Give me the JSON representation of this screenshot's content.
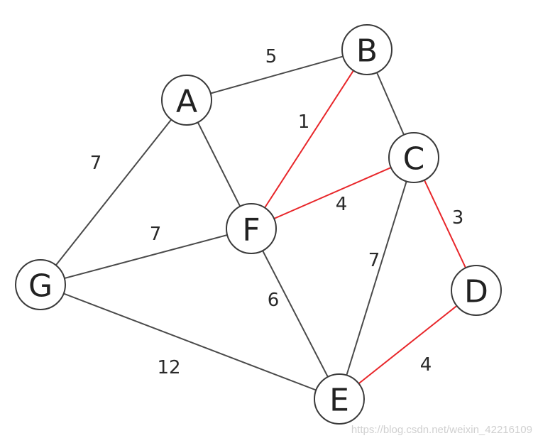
{
  "graph": {
    "nodes": [
      {
        "id": "A",
        "label": "A"
      },
      {
        "id": "B",
        "label": "B"
      },
      {
        "id": "C",
        "label": "C"
      },
      {
        "id": "D",
        "label": "D"
      },
      {
        "id": "E",
        "label": "E"
      },
      {
        "id": "F",
        "label": "F"
      },
      {
        "id": "G",
        "label": "G"
      }
    ],
    "edges": [
      {
        "from": "A",
        "to": "B",
        "weight": "5",
        "highlighted": false
      },
      {
        "from": "A",
        "to": "G",
        "weight": "7",
        "highlighted": false
      },
      {
        "from": "A",
        "to": "F",
        "weight": "",
        "highlighted": false
      },
      {
        "from": "B",
        "to": "F",
        "weight": "1",
        "highlighted": true
      },
      {
        "from": "B",
        "to": "C",
        "weight": "",
        "highlighted": false
      },
      {
        "from": "C",
        "to": "F",
        "weight": "4",
        "highlighted": true
      },
      {
        "from": "C",
        "to": "D",
        "weight": "3",
        "highlighted": true
      },
      {
        "from": "C",
        "to": "E",
        "weight": "7",
        "highlighted": false
      },
      {
        "from": "D",
        "to": "E",
        "weight": "4",
        "highlighted": true
      },
      {
        "from": "F",
        "to": "G",
        "weight": "7",
        "highlighted": false
      },
      {
        "from": "F",
        "to": "E",
        "weight": "6",
        "highlighted": false
      },
      {
        "from": "G",
        "to": "E",
        "weight": "12",
        "highlighted": false
      }
    ]
  },
  "colors": {
    "normal_edge": "#4a4a4a",
    "highlight_edge": "#e8262a"
  },
  "watermark": "https://blog.csdn.net/weixin_42216109"
}
